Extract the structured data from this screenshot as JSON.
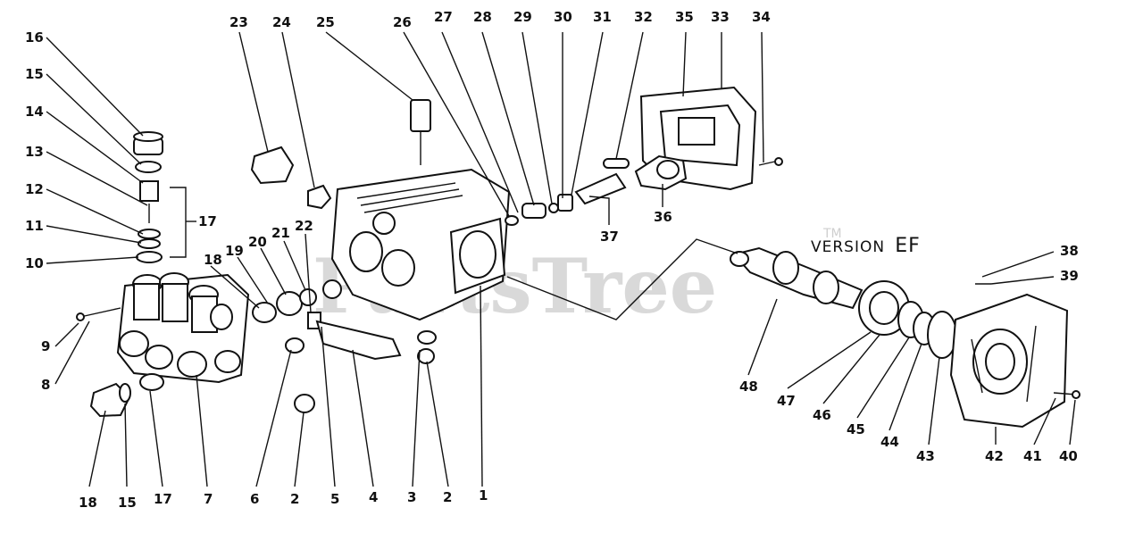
{
  "diagram": {
    "version_label": {
      "prefix": "VERSION",
      "code": "EF"
    },
    "watermark": "PartsTree",
    "trademark": "TM",
    "callouts": [
      "1",
      "2",
      "3",
      "4",
      "5",
      "6",
      "7",
      "8",
      "9",
      "10",
      "11",
      "12",
      "13",
      "14",
      "15",
      "16",
      "17",
      "18",
      "19",
      "20",
      "21",
      "22",
      "23",
      "24",
      "25",
      "26",
      "27",
      "28",
      "29",
      "30",
      "31",
      "32",
      "33",
      "34",
      "35",
      "36",
      "37",
      "38",
      "39",
      "40",
      "41",
      "42",
      "43",
      "44",
      "45",
      "46",
      "47",
      "48"
    ],
    "callout_bottom_row": [
      "18",
      "15",
      "17",
      "7",
      "6",
      "2",
      "5",
      "4",
      "3",
      "2",
      "1"
    ],
    "callout_left_col": [
      "16",
      "15",
      "14",
      "13",
      "12",
      "11",
      "10",
      "9",
      "8"
    ],
    "callout_top_row": [
      "23",
      "24",
      "25",
      "26",
      "27",
      "28",
      "29",
      "30",
      "31",
      "32",
      "35",
      "33",
      "34"
    ],
    "callout_right": [
      "38",
      "39",
      "48",
      "47",
      "46",
      "45",
      "44",
      "43",
      "42",
      "41",
      "40"
    ],
    "callout_mid": [
      "17",
      "18",
      "19",
      "20",
      "21",
      "22",
      "36",
      "37"
    ]
  }
}
